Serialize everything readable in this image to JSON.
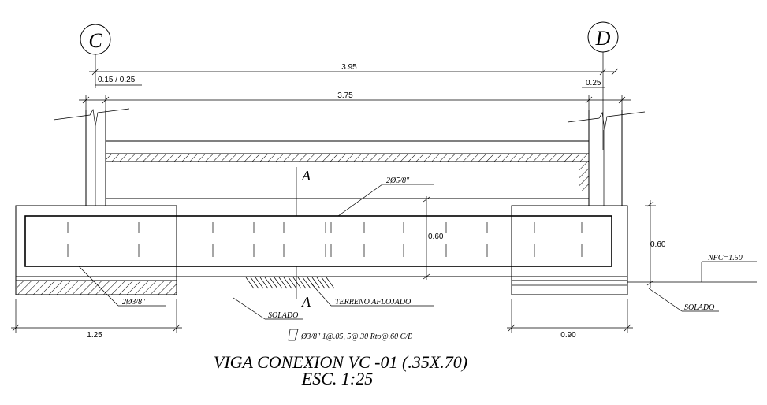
{
  "grid": {
    "left": "C",
    "right": "D"
  },
  "dimensions": {
    "total": "3.95",
    "clear": "3.75",
    "left_support": "0.15 / 0.25",
    "right_support": "0.25",
    "beam_height_mid": "0.60",
    "beam_height_right": "0.60",
    "left_footing": "1.25",
    "right_footing": "0.90"
  },
  "section_marks": {
    "top": "A",
    "bottom": "A"
  },
  "labels": {
    "top_bars": "2Ø5/8\"",
    "bottom_bars": "2Ø3/8\"",
    "solado_left": "SOLADO",
    "solado_right": "SOLADO",
    "terreno": "TERRENO AFLOJADO",
    "nfc": "NFC=1.50",
    "stirrups": "Ø3/8\" 1@.05, 5@.30 Rto@.60 C/E"
  },
  "title": {
    "line1": "VIGA CONEXION  VC -01 (.35X.70)",
    "line2": "ESC. 1:25"
  }
}
